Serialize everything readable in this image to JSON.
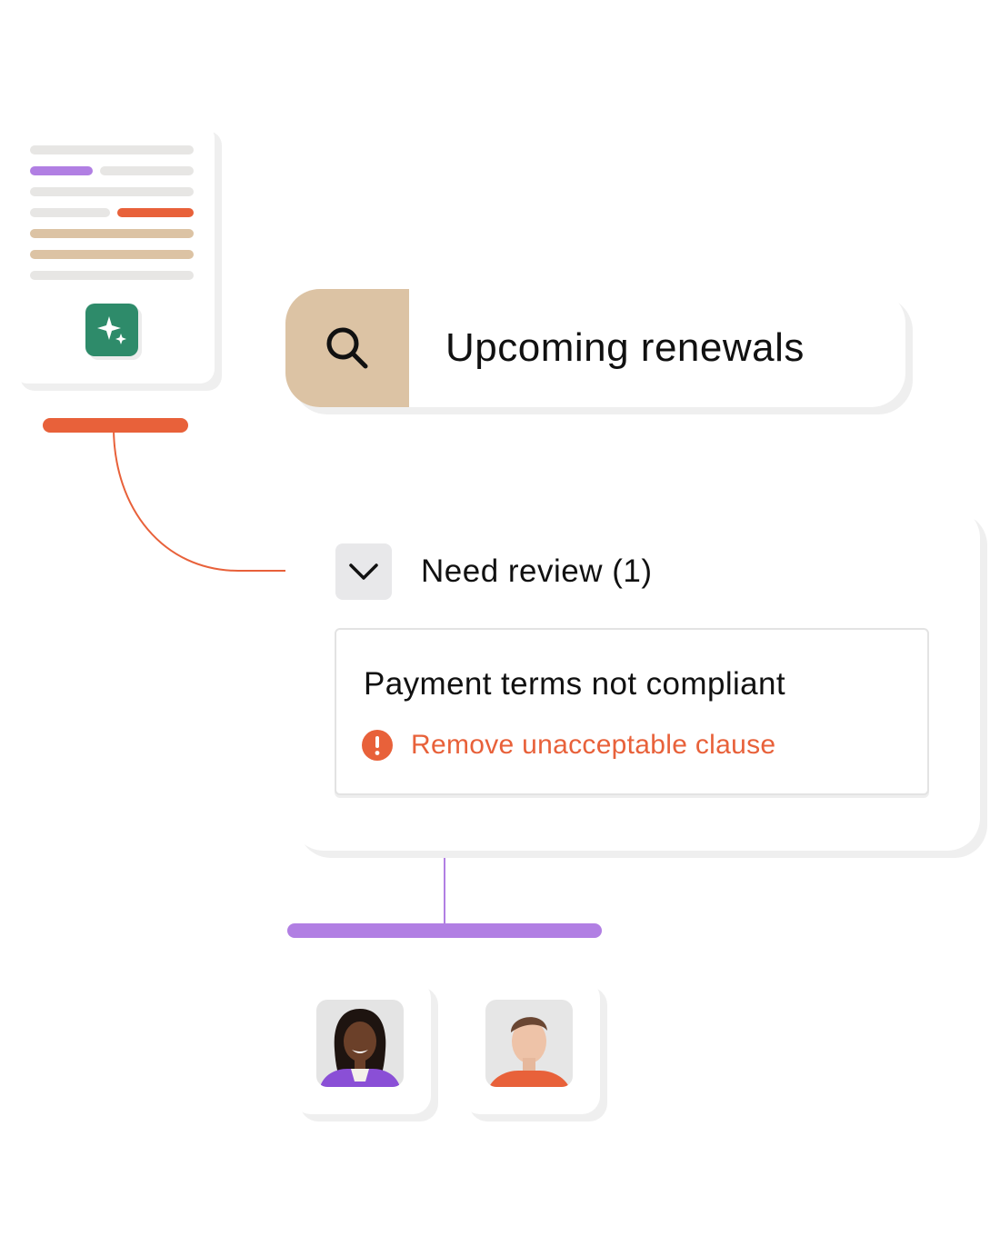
{
  "search": {
    "query": "Upcoming renewals",
    "icon": "search-icon"
  },
  "review": {
    "title": "Need review (1)",
    "toggle_icon": "chevron-down-icon",
    "issue": {
      "title": "Payment terms not compliant",
      "action": "Remove unacceptable clause",
      "action_icon": "alert-icon"
    }
  },
  "document": {
    "badge_icon": "sparkle-icon"
  },
  "assignees": [
    {
      "avatar": "avatar-woman"
    },
    {
      "avatar": "avatar-man"
    }
  ],
  "colors": {
    "accent_orange": "#e8613a",
    "accent_purple": "#b17fe3",
    "tan": "#dcc3a4",
    "green_badge": "#2e8b6a",
    "line_gray": "#e7e6e4",
    "chevron_bg": "#e8e8ea",
    "alert_red": "#e8613a"
  }
}
